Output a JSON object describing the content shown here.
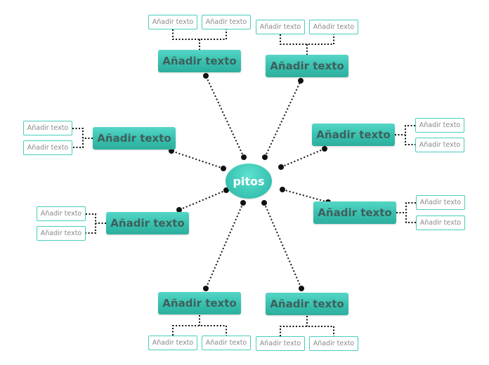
{
  "map": {
    "central_topic": "pitos",
    "branches": [
      {
        "label": "Añadir texto",
        "subtopics": [
          "Añadir texto",
          "Añadir texto"
        ]
      },
      {
        "label": "Añadir texto",
        "subtopics": [
          "Añadir texto",
          "Añadir texto"
        ]
      },
      {
        "label": "Añadir texto",
        "subtopics": [
          "Añadir texto",
          "Añadir texto"
        ]
      },
      {
        "label": "Añadir texto",
        "subtopics": [
          "Añadir texto",
          "Añadir texto"
        ]
      },
      {
        "label": "Añadir texto",
        "subtopics": [
          "Añadir texto",
          "Añadir texto"
        ]
      },
      {
        "label": "Añadir texto",
        "subtopics": [
          "Añadir texto",
          "Añadir texto"
        ]
      },
      {
        "label": "Añadir texto",
        "subtopics": [
          "Añadir texto",
          "Añadir texto"
        ]
      },
      {
        "label": "Añadir texto",
        "subtopics": [
          "Añadir texto",
          "Añadir texto"
        ]
      }
    ]
  },
  "colors": {
    "topic_fill": "#3cc6b5",
    "topic_text": "#3f5f5c",
    "subtopic_border": "#49cdbd",
    "subtopic_text": "#888888",
    "connector": "#111111"
  }
}
